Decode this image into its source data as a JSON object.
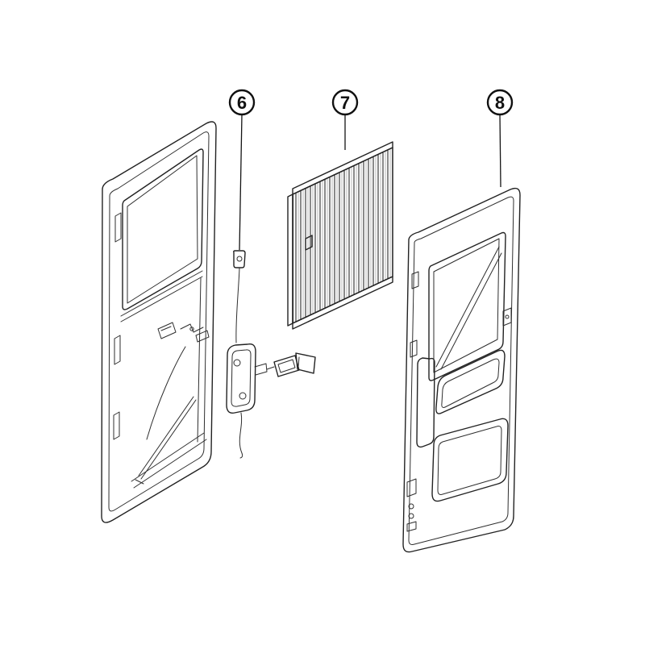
{
  "diagram": {
    "background_color": "#ffffff",
    "line_color": "#1c1c1c",
    "callouts": [
      {
        "label": "6",
        "target": "lock-mechanism"
      },
      {
        "label": "7",
        "target": "pleated-blind"
      },
      {
        "label": "8",
        "target": "inner-door-panel"
      }
    ]
  }
}
